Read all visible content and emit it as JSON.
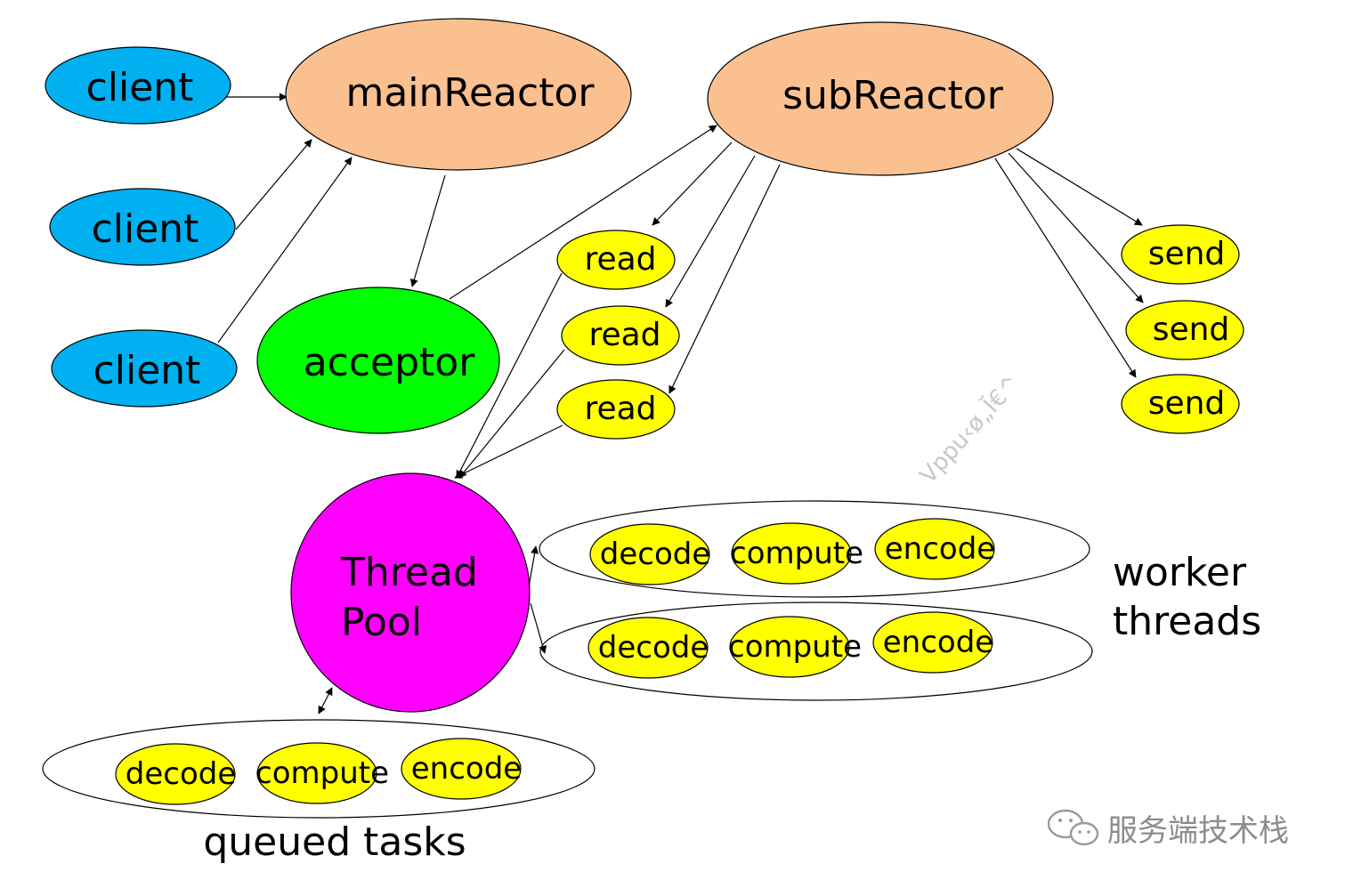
{
  "nodes": {
    "client_1": "client",
    "client_2": "client",
    "client_3": "client",
    "main_reactor": "mainReactor",
    "sub_reactor": "subReactor",
    "acceptor": "acceptor",
    "read_1": "read",
    "read_2": "read",
    "read_3": "read",
    "send_1": "send",
    "send_2": "send",
    "send_3": "send",
    "thread_pool_line1": "Thread",
    "thread_pool_line2": "Pool"
  },
  "task_groups": {
    "worker_1": [
      "decode",
      "compute",
      "encode"
    ],
    "worker_2": [
      "decode",
      "compute",
      "encode"
    ],
    "queued": [
      "decode",
      "compute",
      "encode"
    ]
  },
  "labels": {
    "worker_threads_line1": "worker",
    "worker_threads_line2": "threads",
    "queued_tasks": "queued tasks"
  },
  "watermark": "Vppu‹ø„Ĭ€^",
  "brand": "服务端技术栈",
  "colors": {
    "client": "#00b0f0",
    "reactor": "#fac090",
    "acceptor": "#00ff00",
    "task": "#ffff00",
    "pool": "#ff00ff"
  }
}
